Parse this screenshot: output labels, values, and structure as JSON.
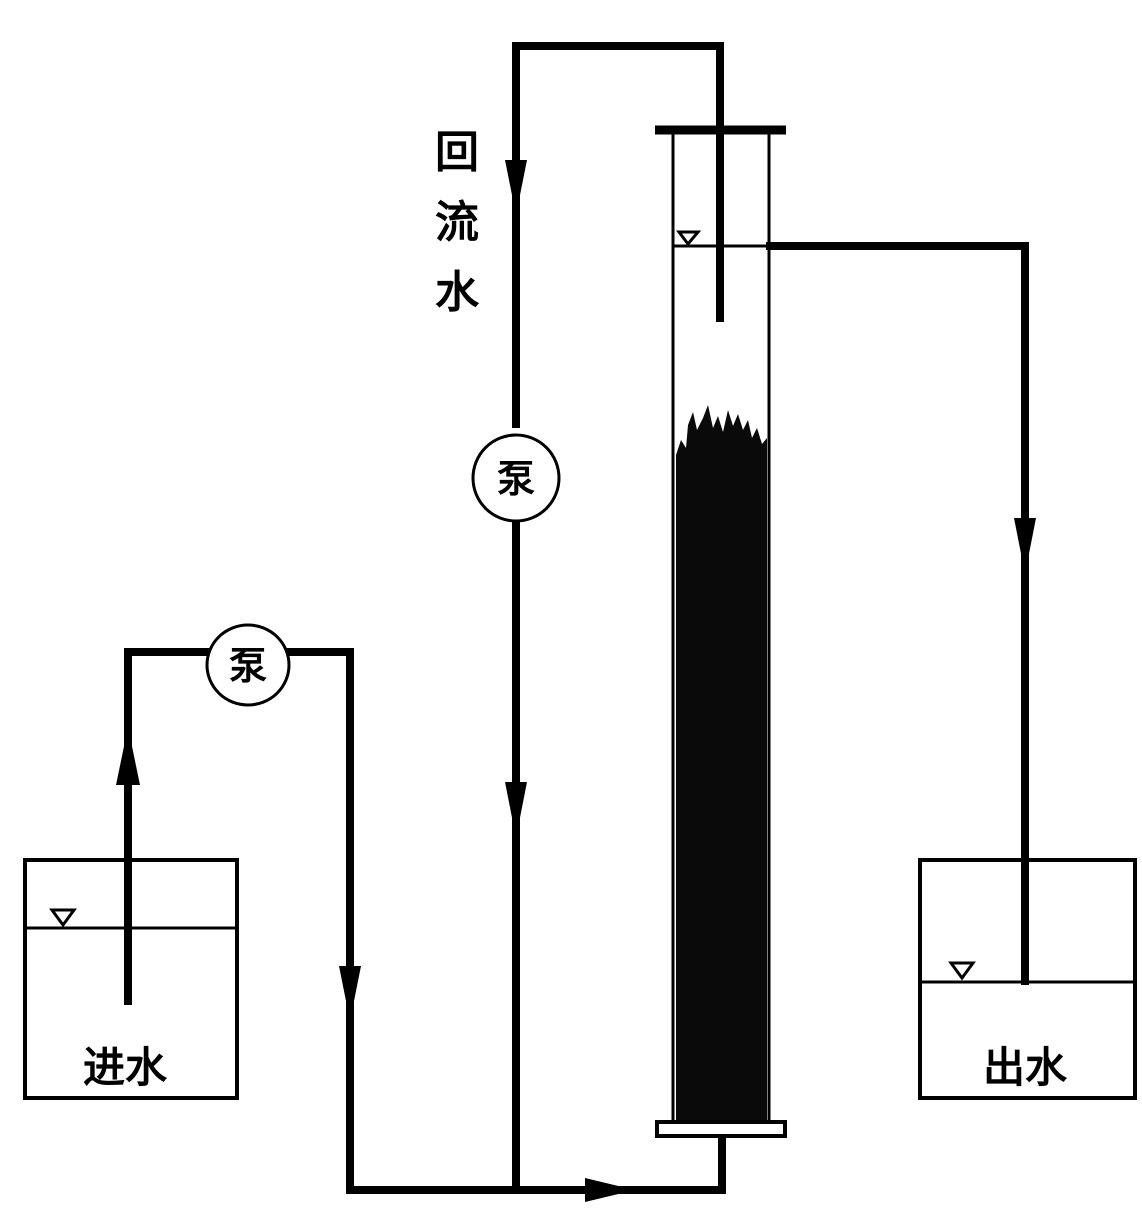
{
  "labels": {
    "recycle_chars": [
      "回",
      "流",
      "水"
    ],
    "pump_top": "泵",
    "pump_left": "泵",
    "inlet": "进水",
    "outlet": "出水"
  },
  "colors": {
    "line": "#000000",
    "media": "#0a0a0a",
    "pump_fill": "#ffffff",
    "background": "#ffffff"
  },
  "icons": [
    "water-level-icon",
    "flow-arrow-icon"
  ]
}
